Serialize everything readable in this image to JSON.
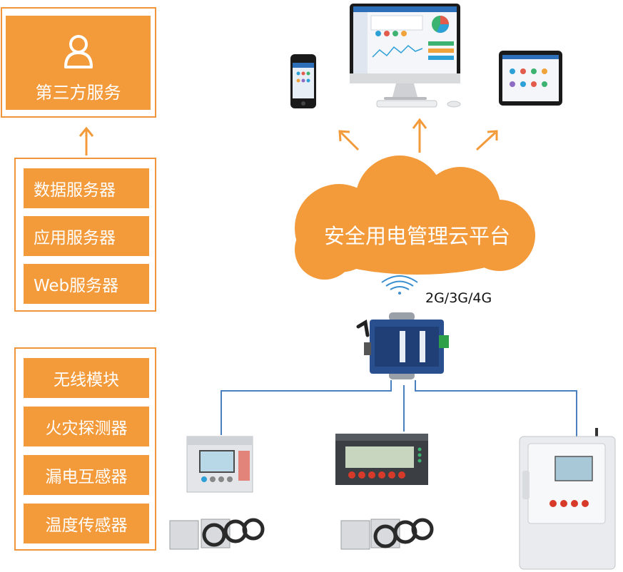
{
  "third_party": {
    "label": "第三方服务",
    "icon": "user-icon"
  },
  "servers": {
    "items": [
      "数据服务器",
      "应用服务器",
      "Web服务器"
    ]
  },
  "devices": {
    "items": [
      "无线模块",
      "火灾探测器",
      "漏电互感器",
      "温度传感器"
    ]
  },
  "cloud": {
    "label": "安全用电管理云平台"
  },
  "network": {
    "label": "2G/3G/4G",
    "icon": "wifi-signal-icon"
  },
  "colors": {
    "accent": "#f39a3a",
    "line": "#4a7fc0"
  }
}
